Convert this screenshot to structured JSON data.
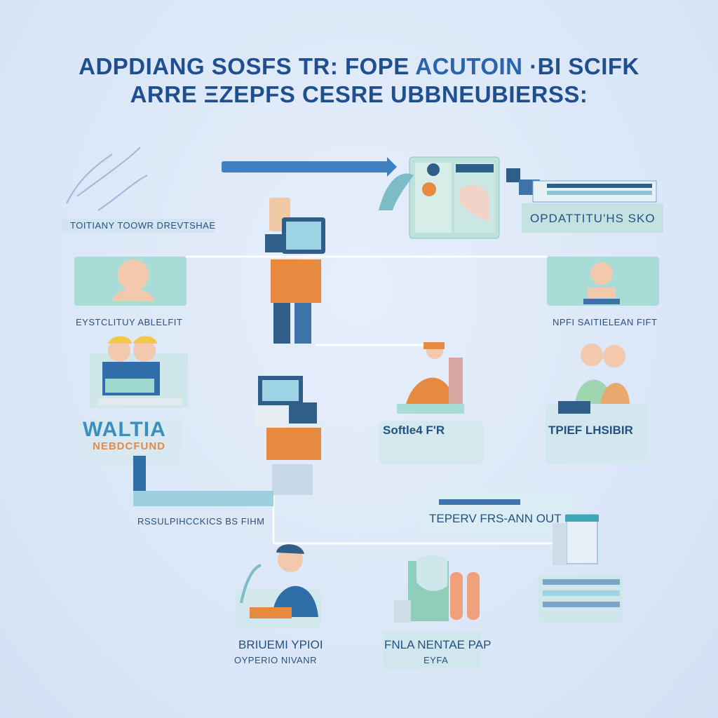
{
  "title": {
    "line1_a": "ADPDIANG SOSFS TR: FOPE",
    "line1_b": "ACUTOIN",
    "line1_c": "·BI SCIFK",
    "line2": "ARRE ΞZEPFS CESRE UBBNEUBIERSS:"
  },
  "labels": {
    "top_left": "TOITIANY TOOWR DREVTSHAE",
    "top_right": "OPDATTITU'HS SKO",
    "mid_left": "EYSTCLITUY ABLELFIT",
    "mid_right": "NPFI SAITIELEAN FIFT",
    "watermark_big": "WALTIA",
    "watermark_sub": "NEBDCFUND",
    "softlef": "Softle4 F'R",
    "tpief": "TPIEF LHSIBIR",
    "rsulph": "RSSULPIHCCKICS BS FIHM",
    "tepepv": "TEPERV FRS-ANN OUT",
    "bottom_left_1": "BRIUEMI YPIOI",
    "bottom_left_2": "OYPERIO NIVANR",
    "bottom_mid_1": "FNLA NENTAE PAP",
    "bottom_mid_2": "EYFA"
  },
  "colors": {
    "accent_blue": "#2a64ad",
    "teal": "#9fd6d2",
    "orange": "#e58a3f",
    "navy": "#1f4f8e"
  }
}
